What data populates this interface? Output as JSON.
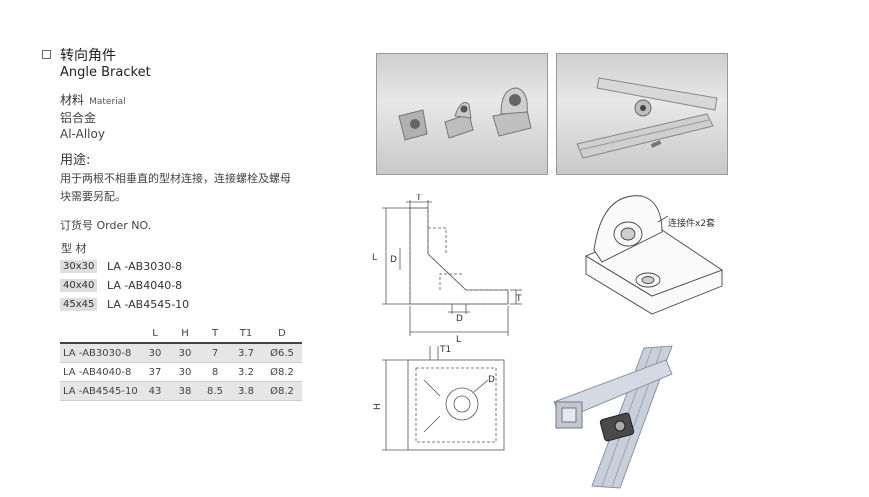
{
  "product": {
    "title_cn": "转向角件",
    "title_en": "Angle Bracket"
  },
  "material": {
    "label_cn": "材料",
    "label_en": "Material",
    "value_cn": "铝合金",
    "value_en": "Al-Alloy"
  },
  "usage": {
    "label": "用途:",
    "text_line1": "用于两根不相垂直的型材连接，连接螺栓及螺母",
    "text_line2": "块需要另配。"
  },
  "order": {
    "label": "订货号 Order NO.",
    "type_header": "型  材",
    "items": [
      {
        "profile": "30x30",
        "code": "LA -AB3030-8"
      },
      {
        "profile": "40x40",
        "code": "LA -AB4040-8"
      },
      {
        "profile": "45x45",
        "code": "LA -AB4545-10"
      }
    ]
  },
  "spec_table": {
    "headers": [
      "",
      "L",
      "H",
      "T",
      "T1",
      "D"
    ],
    "rows": [
      [
        "LA -AB3030-8",
        "30",
        "30",
        "7",
        "3.7",
        "Ø6.5"
      ],
      [
        "LA -AB4040-8",
        "37",
        "30",
        "8",
        "3.2",
        "Ø8.2"
      ],
      [
        "LA -AB4545-10",
        "43",
        "38",
        "8.5",
        "3.8",
        "Ø8.2"
      ]
    ]
  },
  "drawings": {
    "side_view": {
      "T": "T",
      "D": "D",
      "L_left": "L",
      "T_right": "T",
      "D_bottom": "D",
      "L_bottom": "L"
    },
    "top_view": {
      "T1": "T1",
      "D": "D",
      "H": "H"
    },
    "iso_label": "连接件x2套"
  }
}
